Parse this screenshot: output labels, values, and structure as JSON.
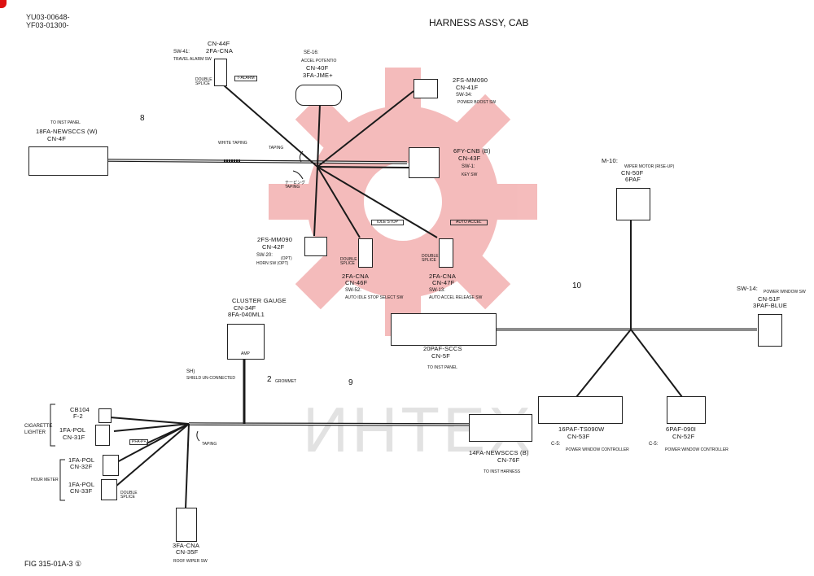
{
  "header": {
    "doc_codes": [
      "YU03-00648-",
      "YF03-01300-"
    ],
    "title": "HARNESS ASSY, CAB",
    "figure": "FIG 315-01A-3 ①"
  },
  "watermark": {
    "text": "ИНТЕХ",
    "gear_color": "#f2a7a7"
  },
  "colors": {
    "line": "#1a1a1a",
    "watermark": "#f3b0b0"
  },
  "labels": {
    "cn44": {
      "ref": "SW-41:",
      "desc": "TRAVEL ALARM SW",
      "cn": "CN-44F",
      "part": "2FA-CNA",
      "splice": "DOUBLE SPLICE",
      "tag": "T-ALARM"
    },
    "cn40": {
      "ref": "SE-16:",
      "desc": "ACCEL POTENTIO",
      "cn": "CN-40F",
      "part": "3FA-JME+"
    },
    "cn41": {
      "part": "2FS-MM090",
      "cn": "CN-41F",
      "ref": "SW-34:",
      "desc": "POWER BOOST SW"
    },
    "cn4": {
      "to": "TO INST PANEL",
      "part": "18FA-NEWSCCS (W)",
      "cn": "CN-4F"
    },
    "white_taping": "WHITE TAPING",
    "taping": "TAPING",
    "taping_jp": "テーピング TAPING",
    "wire_8": "8",
    "wire_9": "9",
    "wire_10": "10",
    "grommet_num": "2",
    "grommet": "GROMMET",
    "cn43": {
      "part": "6FY-CNB (B)",
      "cn": "CN-43F",
      "ref": "SW-1:",
      "desc": "KEY SW"
    },
    "cn42": {
      "part": "2FS-MM090",
      "cn": "CN-42F",
      "ref": "SW-20:",
      "desc": "HORN SW (OPT)",
      "opt": "(OPT)"
    },
    "cn46": {
      "tag": "IDLE STOP",
      "splice": "DOUBLE SPLICE",
      "part": "2FA-CNA",
      "cn": "CN-46F",
      "ref": "SW-52:",
      "desc": "AUTO IDLE STOP SELECT SW"
    },
    "cn47": {
      "tag": "AUTO ACCEL",
      "splice": "DOUBLE SPLICE",
      "part": "2FA-CNA",
      "cn": "CN-47F",
      "ref": "SW-13:",
      "desc": "AUTO ACCEL RELEASE SW"
    },
    "cn50": {
      "ref": "M-10:",
      "desc": "WIPER MOTOR (RISE-UP)",
      "cn": "CN-50F",
      "part": "6PAF"
    },
    "cn51": {
      "ref": "SW-14:",
      "desc": "POWER WINDOW SW",
      "cn": "CN-51F",
      "part": "3PAF-BLUE"
    },
    "cn34": {
      "desc": "CLUSTER GAUGE",
      "cn": "CN-34F",
      "part": "8FA-040ML1",
      "amp": "AMP"
    },
    "cn5": {
      "part": "20PAF-SCCS",
      "cn": "CN-5F",
      "to": "TO INST PANEL"
    },
    "shield": {
      "line1": "SH)",
      "line2": "SHIELD UN-CONNECTED"
    },
    "cb104": {
      "ref": "CB104",
      "part": "F-2"
    },
    "cig": {
      "label1": "CIGARETTE",
      "label2": "LIGHTER",
      "part": "1FA-POL",
      "cn": "CN-31F"
    },
    "hour": {
      "label": "HOUR METER",
      "part1": "1FA-POL",
      "cn1": "CN-32F",
      "part2": "1FA-POL",
      "cn2": "CN-33F",
      "splice": "DOUBLE SPLICE"
    },
    "cn35": {
      "part": "3FA-CNA",
      "cn": "CN-35F",
      "desc": "ROOF WIPER SW"
    },
    "cn76": {
      "part": "14FA-NEWSCCS (B)",
      "cn": "CN-76F",
      "to": "TO INST HARNESS"
    },
    "cn53": {
      "part": "16PAF-TS090W",
      "cn": "CN-53F",
      "ref": "C-5:",
      "desc": "POWER WINDOW CONTROLLER"
    },
    "cn52": {
      "part": "6PAF-090I",
      "cn": "CN-52F",
      "ref": "C-5:",
      "desc": "POWER WINDOW CONTROLLER"
    },
    "tiny_tag": "PFA-P+"
  }
}
